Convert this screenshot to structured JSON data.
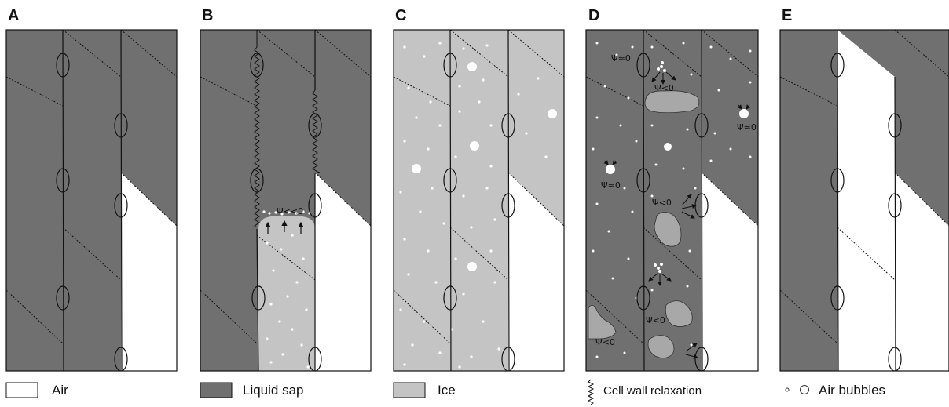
{
  "colors": {
    "sap": "#707070",
    "ice": "#c4c4c4",
    "air": "#ffffff",
    "outline": "#1a1a1a"
  },
  "panels": [
    {
      "label": "A"
    },
    {
      "label": "B"
    },
    {
      "label": "C"
    },
    {
      "label": "D"
    },
    {
      "label": "E"
    }
  ],
  "annotations": {
    "b_pressure": "Ψ<<0",
    "d_top_left": "Ψ≈0",
    "d_top_center": "Ψ<0",
    "d_right": "Ψ≈0",
    "d_left": "Ψ≈0",
    "d_mid": "Ψ<0",
    "d_lower": "Ψ<0",
    "d_bottom_left": "Ψ<0"
  },
  "legend": {
    "air": "Air",
    "sap": "Liquid sap",
    "ice": "Ice",
    "relax": "Cell wall relaxation",
    "bubbles": "Air bubbles"
  }
}
